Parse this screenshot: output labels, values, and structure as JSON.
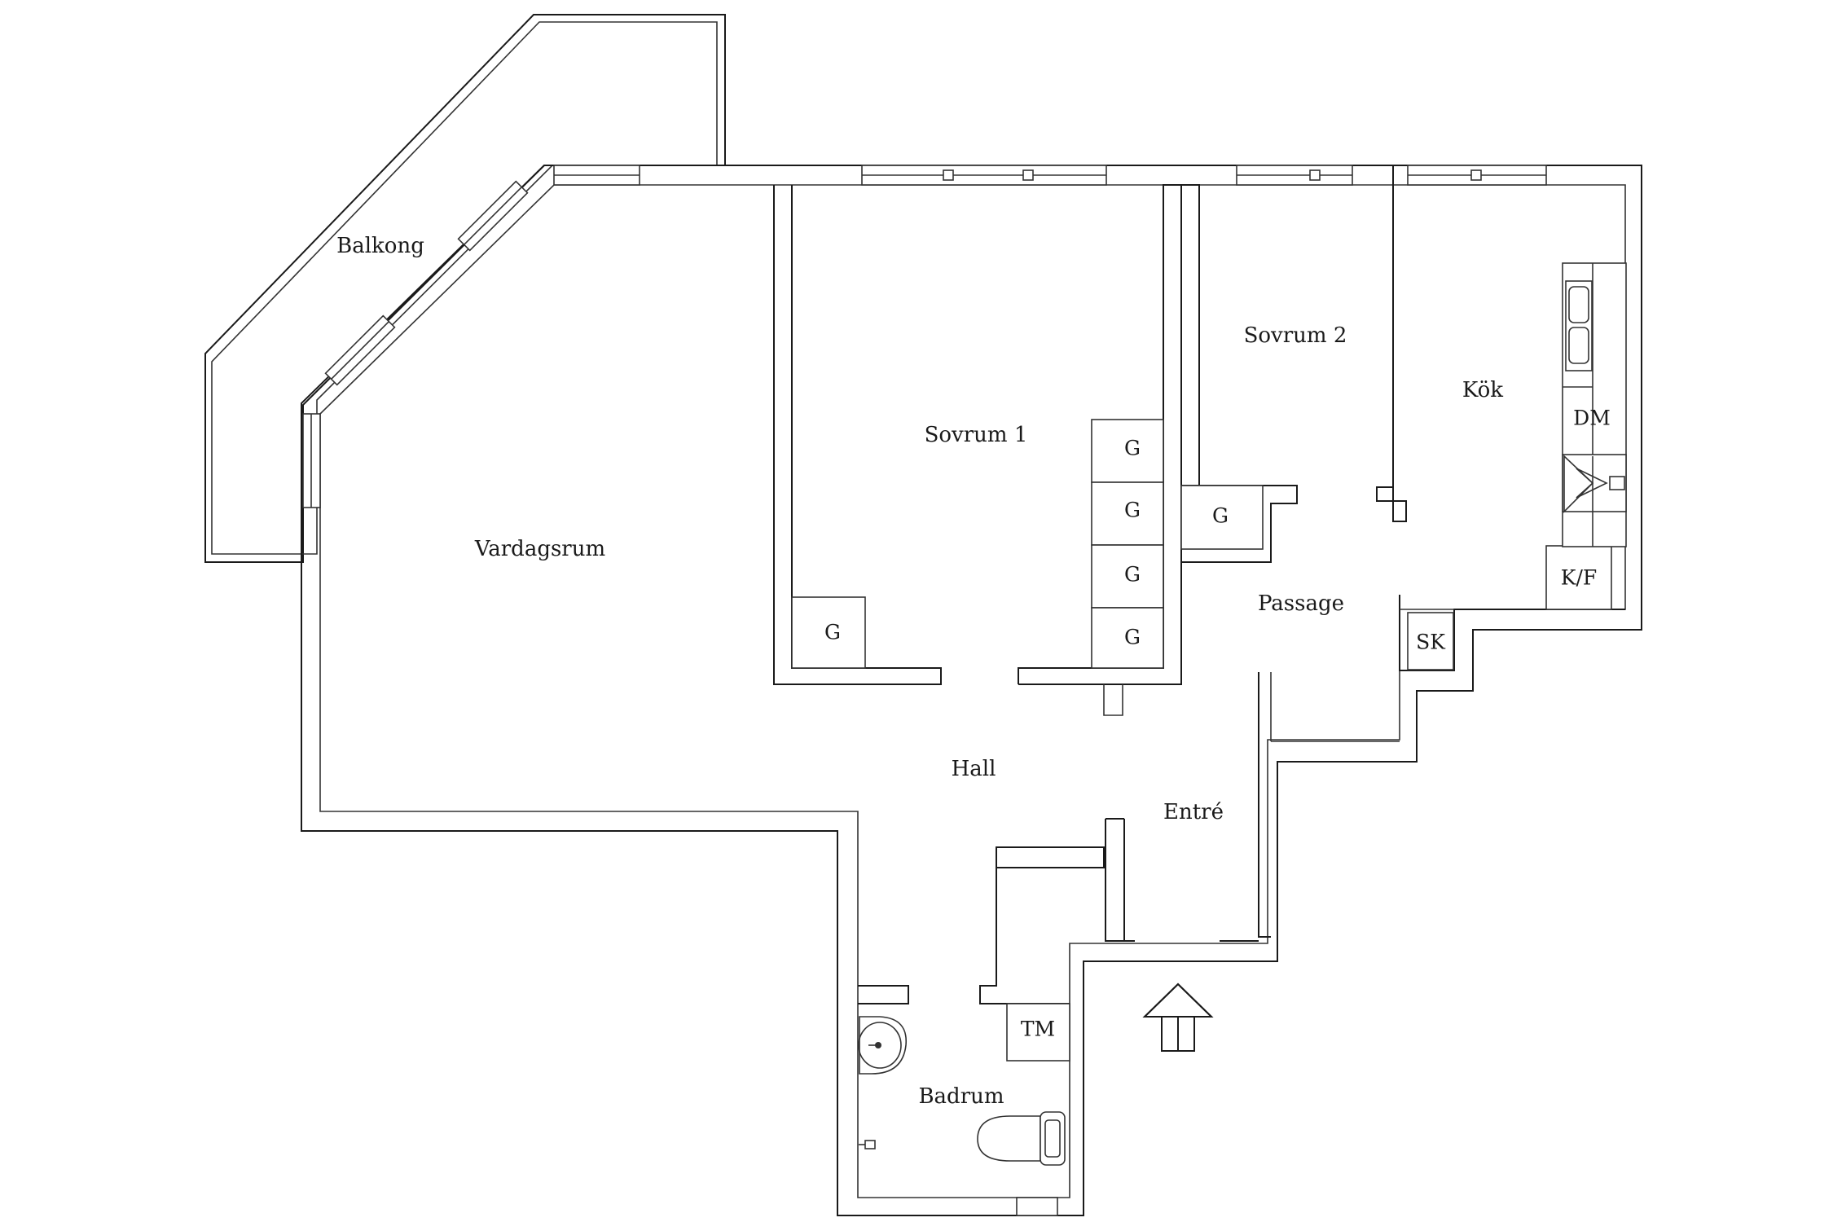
{
  "rooms": {
    "balkong": "Balkong",
    "vardagsrum": "Vardagsrum",
    "sovrum1": "Sovrum 1",
    "sovrum2": "Sovrum 2",
    "kok": "Kök",
    "passage": "Passage",
    "hall": "Hall",
    "entre": "Entré",
    "badrum": "Badrum"
  },
  "fixtures": {
    "g": "G",
    "dm": "DM",
    "kf": "K/F",
    "sk": "SK",
    "tm": "TM"
  },
  "icons": {
    "entrance": "entrance-arrow-icon",
    "sink": "sink-icon",
    "toilet": "toilet-icon",
    "floor_drain": "floor-drain-icon",
    "stove": "stove-icon",
    "kitchen_sink": "kitchen-sink-icon"
  },
  "colors": {
    "line": "#1a1a1a",
    "background": "#ffffff"
  }
}
